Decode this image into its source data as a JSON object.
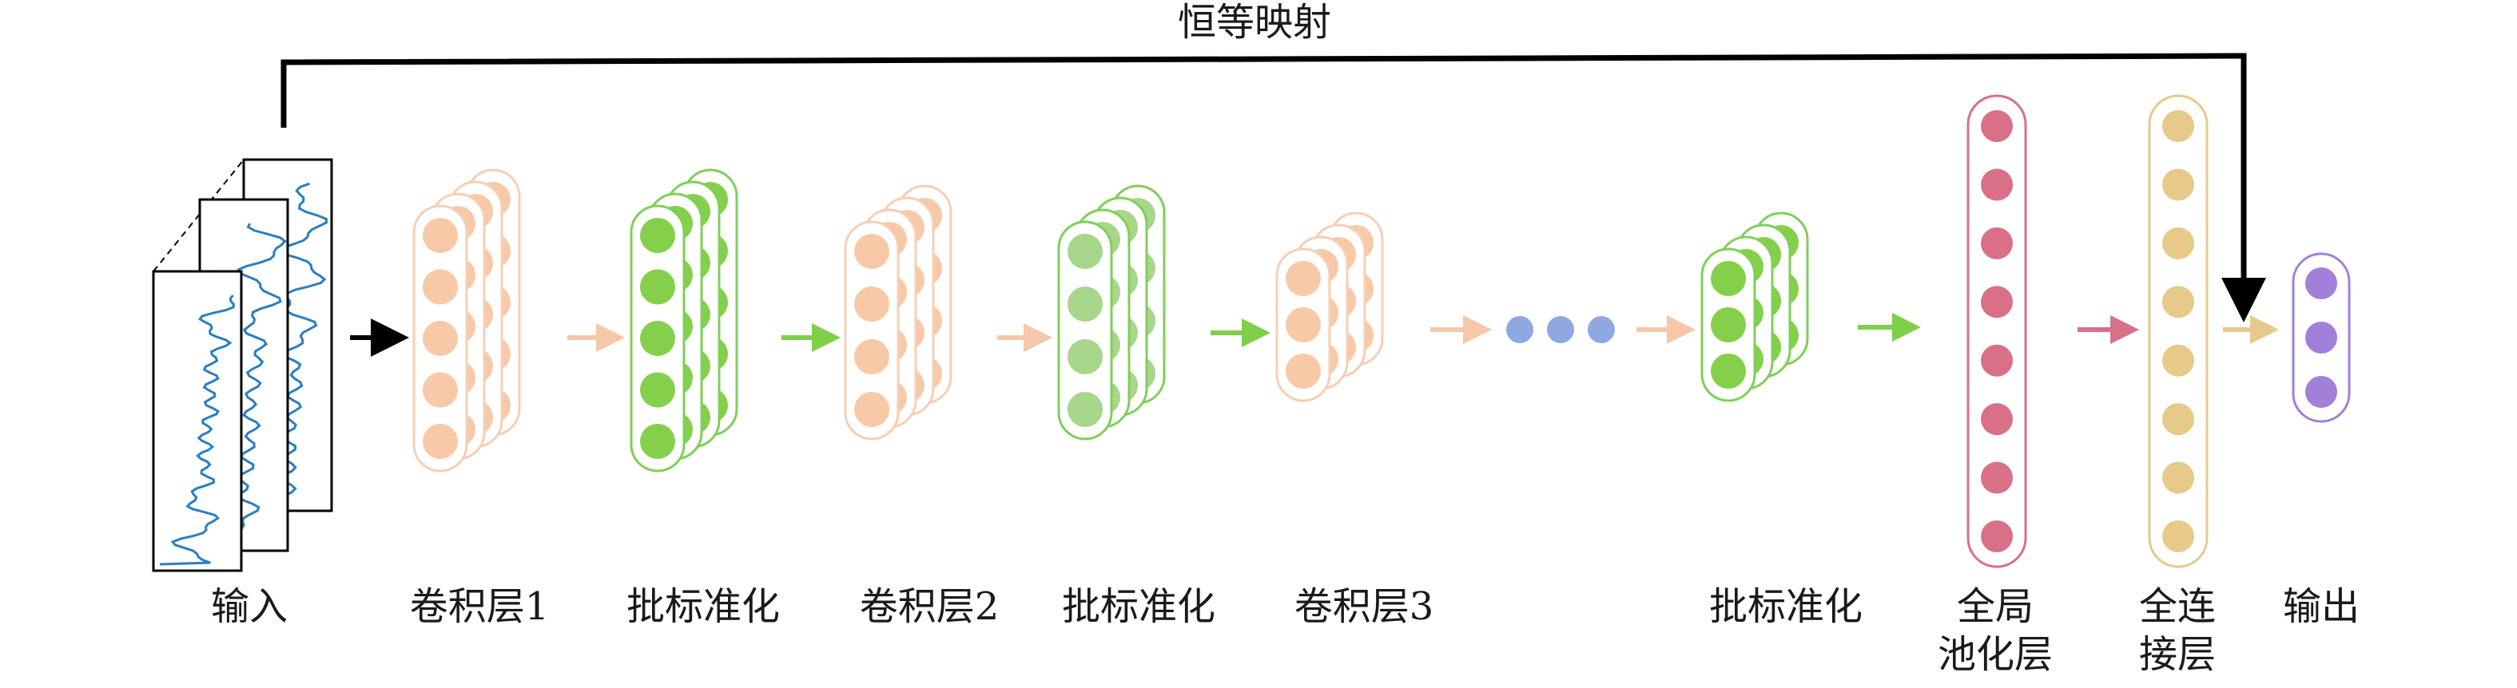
{
  "shortcut_label": "恒等映射",
  "input_label": "输入",
  "conv1_label": "卷积层1",
  "bn1_label": "批标准化",
  "conv2_label": "卷积层2",
  "bn2_label": "批标准化",
  "conv3_label": "卷积层3",
  "bn3_label": "批标准化",
  "gap_label_line1": "全局",
  "gap_label_line2": "池化层",
  "fc_label_line1": "全连",
  "fc_label_line2": "接层",
  "output_label": "输出",
  "colors": {
    "conv_fill": "#f8c9a6",
    "conv_stroke": "#f6cfb3",
    "bn_fill": "#85d04a",
    "bn_fill_light": "#a8d68a",
    "bn_stroke": "#7fcf5a",
    "ellipsis_dots": "#8fa8e0",
    "gap_fill": "#d97088",
    "gap_stroke": "#d97088",
    "fc_fill": "#e7c98a",
    "fc_stroke": "#e7c98a",
    "output_fill": "#a27fd8",
    "output_stroke": "#a27fd8",
    "signal": "#2a7ec4",
    "arrow_black": "#000000"
  }
}
